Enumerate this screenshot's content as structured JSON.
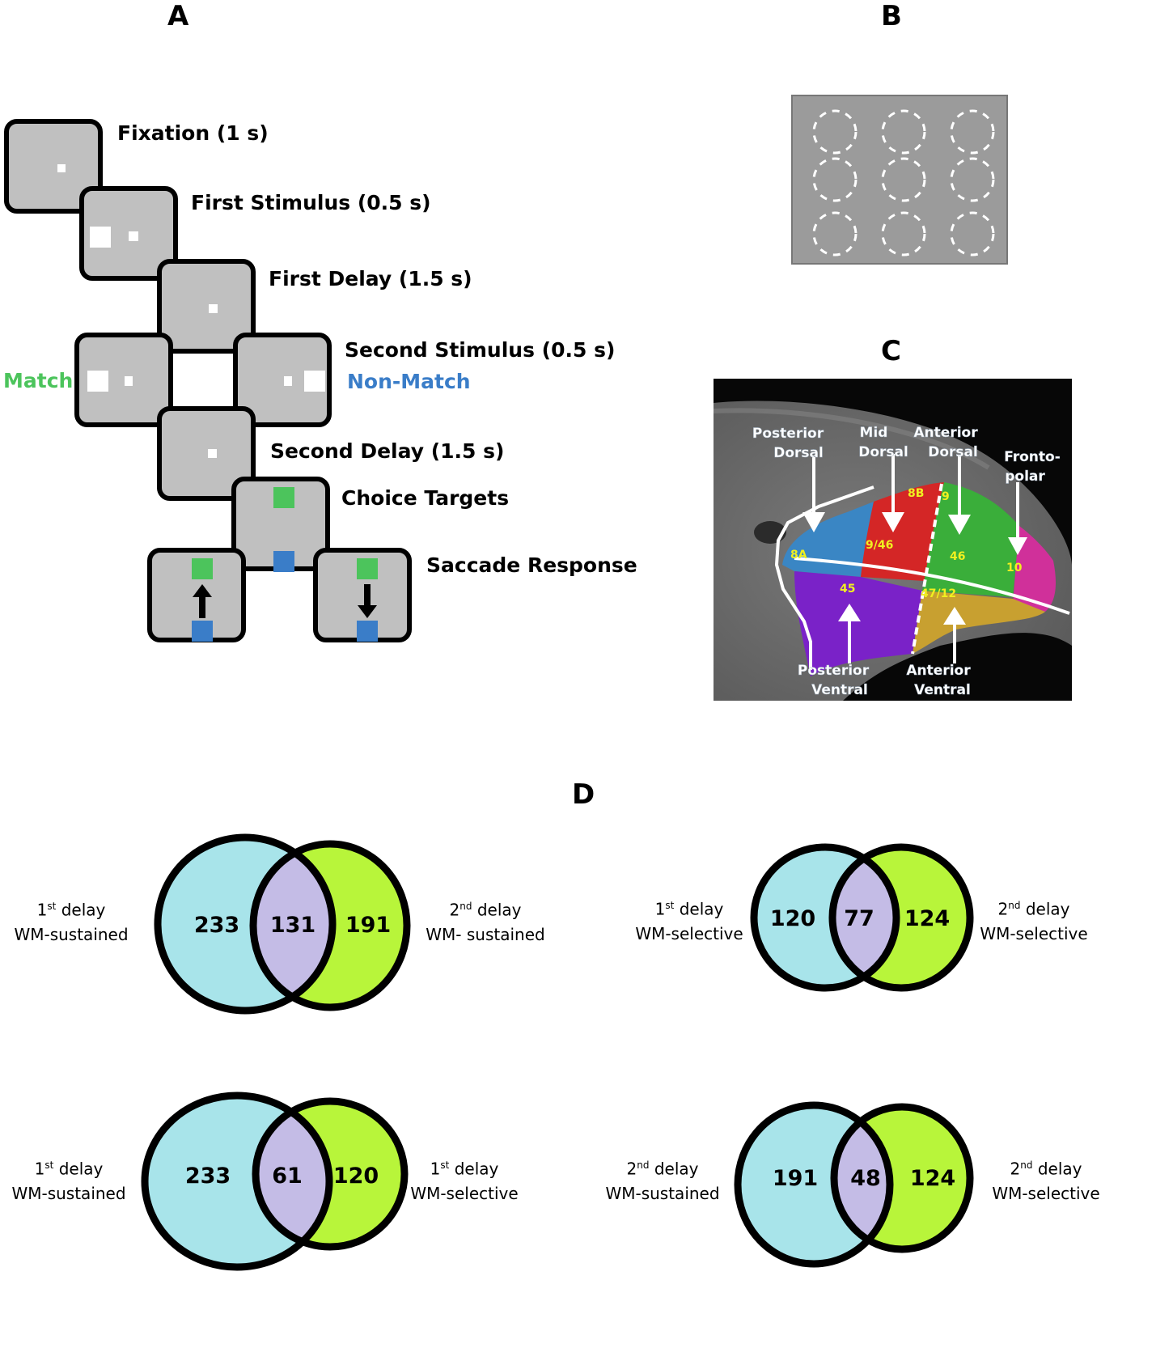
{
  "panels": {
    "a": "A",
    "b": "B",
    "c": "C",
    "d": "D"
  },
  "task_sequence": {
    "steps": [
      {
        "label": "Fixation (1 s)"
      },
      {
        "label": "First Stimulus (0.5 s)"
      },
      {
        "label": "First Delay (1.5 s)"
      },
      {
        "label": "Second Stimulus (0.5 s)"
      },
      {
        "label": "Second Delay (1.5 s)"
      },
      {
        "label": "Choice Targets"
      },
      {
        "label": "Saccade Response"
      }
    ],
    "match_label": "Match",
    "nonmatch_label": "Non-Match",
    "colors": {
      "match": "#4cc45c",
      "nonmatch": "#3a7dc8",
      "screen": "#c0c0c0"
    }
  },
  "stimulus_grid": {
    "rows": 3,
    "cols": 3,
    "background": "#9b9b9b"
  },
  "brain_map": {
    "subregion_labels": [
      {
        "line1": "Posterior",
        "line2": "Dorsal"
      },
      {
        "line1": "Mid",
        "line2": "Dorsal"
      },
      {
        "line1": "Anterior",
        "line2": "Dorsal"
      },
      {
        "line1": "Fronto-",
        "line2": "polar"
      },
      {
        "line1": "Posterior",
        "line2": "Ventral"
      },
      {
        "line1": "Anterior",
        "line2": "Ventral"
      }
    ],
    "areas": [
      {
        "name": "8A",
        "color": "#3a86c4"
      },
      {
        "name": "8B",
        "color": "#d42626"
      },
      {
        "name": "9/46",
        "color": "#d42626"
      },
      {
        "name": "9",
        "color": "#3aae3a"
      },
      {
        "name": "46",
        "color": "#3aae3a"
      },
      {
        "name": "10",
        "color": "#d0309a"
      },
      {
        "name": "45",
        "color": "#7a22c8"
      },
      {
        "name": "47/12",
        "color": "#c8a030"
      }
    ]
  },
  "chart_data": {
    "type": "venn",
    "title": "D",
    "colors": {
      "left": "#a8e4ea",
      "right": "#b8f53a",
      "overlap": "#c4bce6"
    },
    "diagrams": [
      {
        "left_label": {
          "ord": "1",
          "sup": "st",
          "rest": " delay",
          "line2": "WM-sustained"
        },
        "right_label": {
          "ord": "2",
          "sup": "nd",
          "rest": " delay",
          "line2": "WM- sustained"
        },
        "left_only": 233,
        "overlap": 131,
        "right_only": 191
      },
      {
        "left_label": {
          "ord": "1",
          "sup": "st",
          "rest": " delay",
          "line2": "WM-selective"
        },
        "right_label": {
          "ord": "2",
          "sup": "nd",
          "rest": " delay",
          "line2": "WM-selective"
        },
        "left_only": 120,
        "overlap": 77,
        "right_only": 124
      },
      {
        "left_label": {
          "ord": "1",
          "sup": "st",
          "rest": " delay",
          "line2": "WM-sustained"
        },
        "right_label": {
          "ord": "1",
          "sup": "st",
          "rest": " delay",
          "line2": "WM-selective"
        },
        "left_only": 233,
        "overlap": 61,
        "right_only": 120
      },
      {
        "left_label": {
          "ord": "2",
          "sup": "nd",
          "rest": " delay",
          "line2": "WM-sustained"
        },
        "right_label": {
          "ord": "2",
          "sup": "nd",
          "rest": " delay",
          "line2": "WM-selective"
        },
        "left_only": 191,
        "overlap": 48,
        "right_only": 124
      }
    ]
  }
}
